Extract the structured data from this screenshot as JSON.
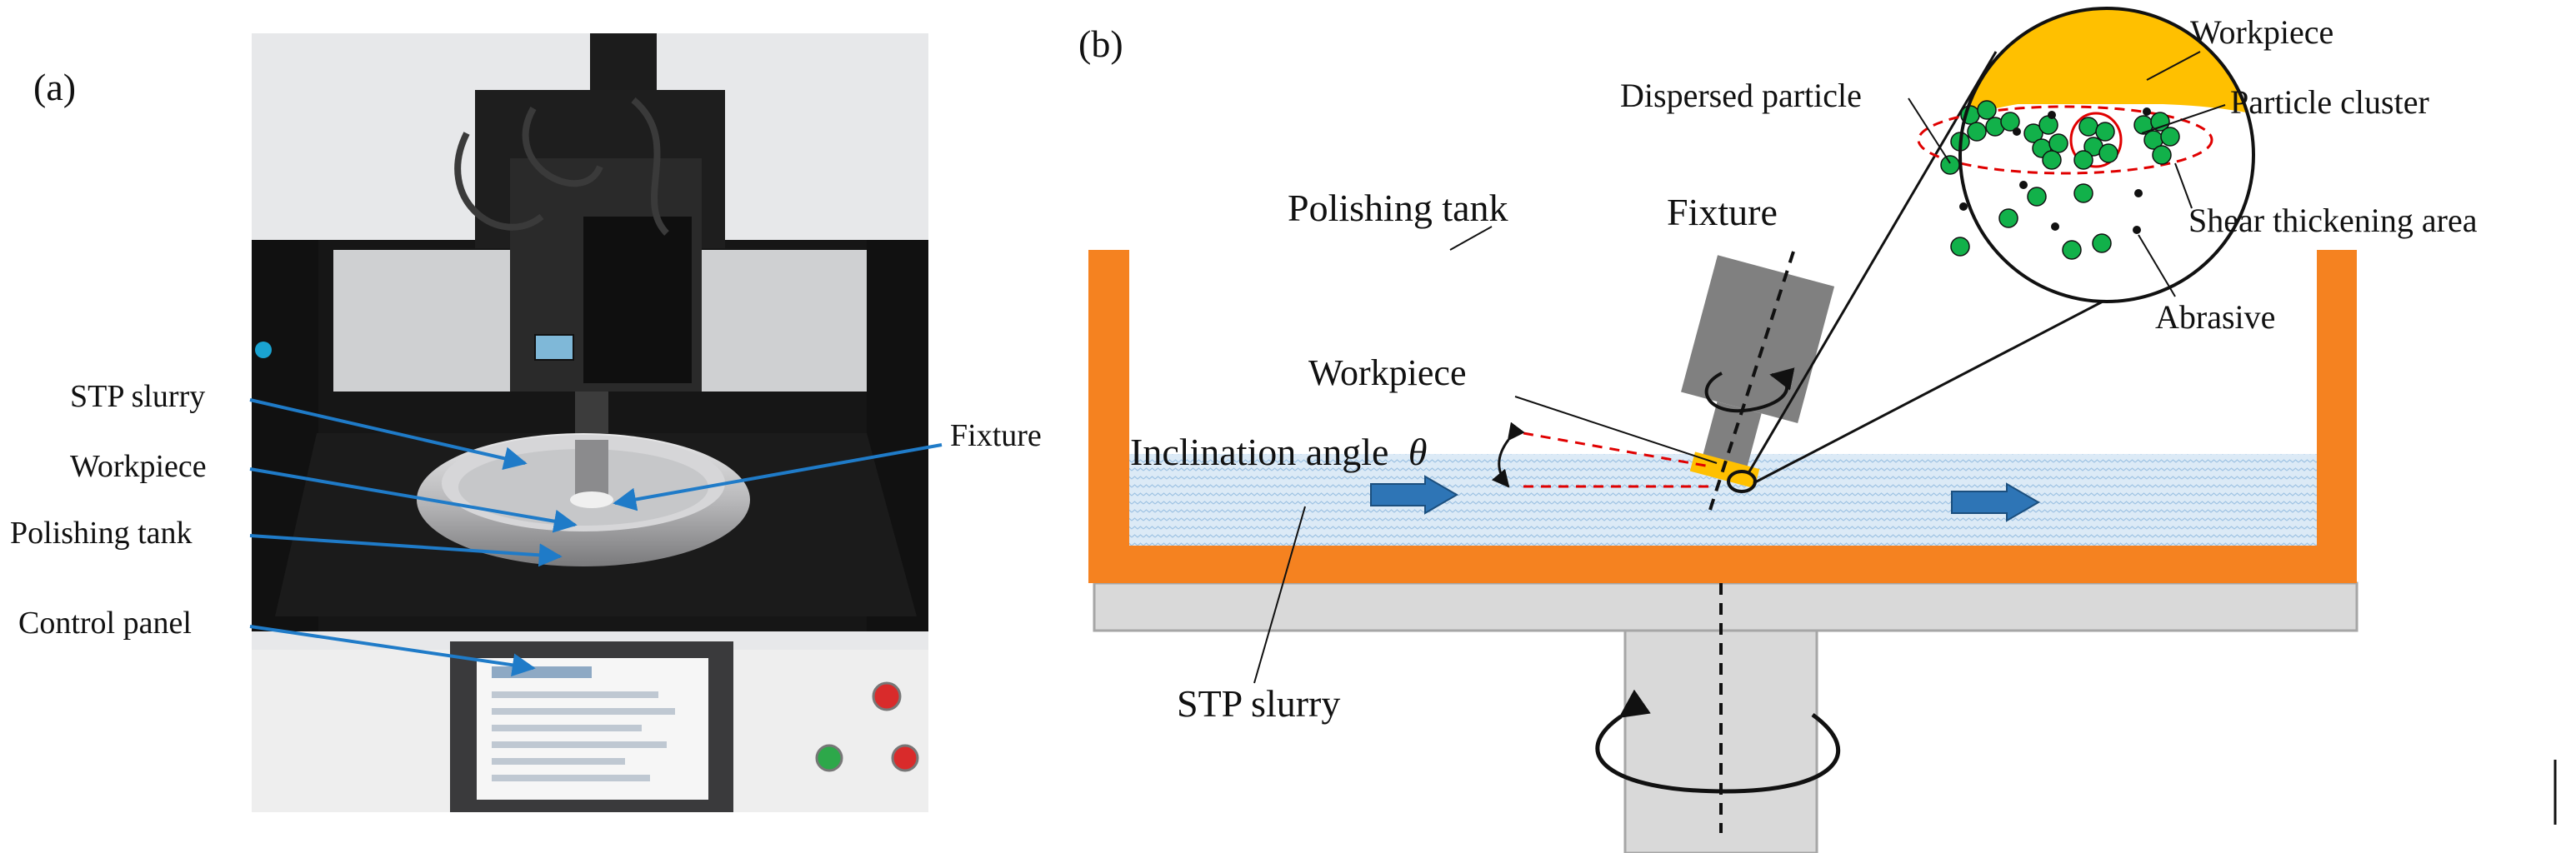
{
  "panel_a": {
    "tag": "(a)",
    "labels": {
      "stp_slurry": "STP slurry",
      "workpiece": "Workpiece",
      "polishing_tank": "Polishing tank",
      "control_panel": "Control panel",
      "fixture": "Fixture"
    }
  },
  "panel_b": {
    "tag": "(b)",
    "labels": {
      "polishing_tank": "Polishing  tank",
      "fixture": "Fixture",
      "workpiece": "Workpiece",
      "inclination_angle": "Inclination angle",
      "theta": "θ",
      "stp_slurry": "STP slurry"
    },
    "magnifier": {
      "workpiece": "Workpiece",
      "dispersed_particle": "Dispersed particle",
      "particle_cluster": "Particle cluster",
      "shear_thickening_area": "Shear thickening area",
      "abrasive": "Abrasive"
    }
  },
  "colors": {
    "tank": "#F58220",
    "workpiece": "#FFC000",
    "fixture": "#808080",
    "slurry": "#DCEAF6",
    "arrow": "#2E75B6",
    "callout": "#1F7BC8",
    "particle": "#12B14A",
    "abrasive": "#111111",
    "dashed_red": "#E00000"
  }
}
